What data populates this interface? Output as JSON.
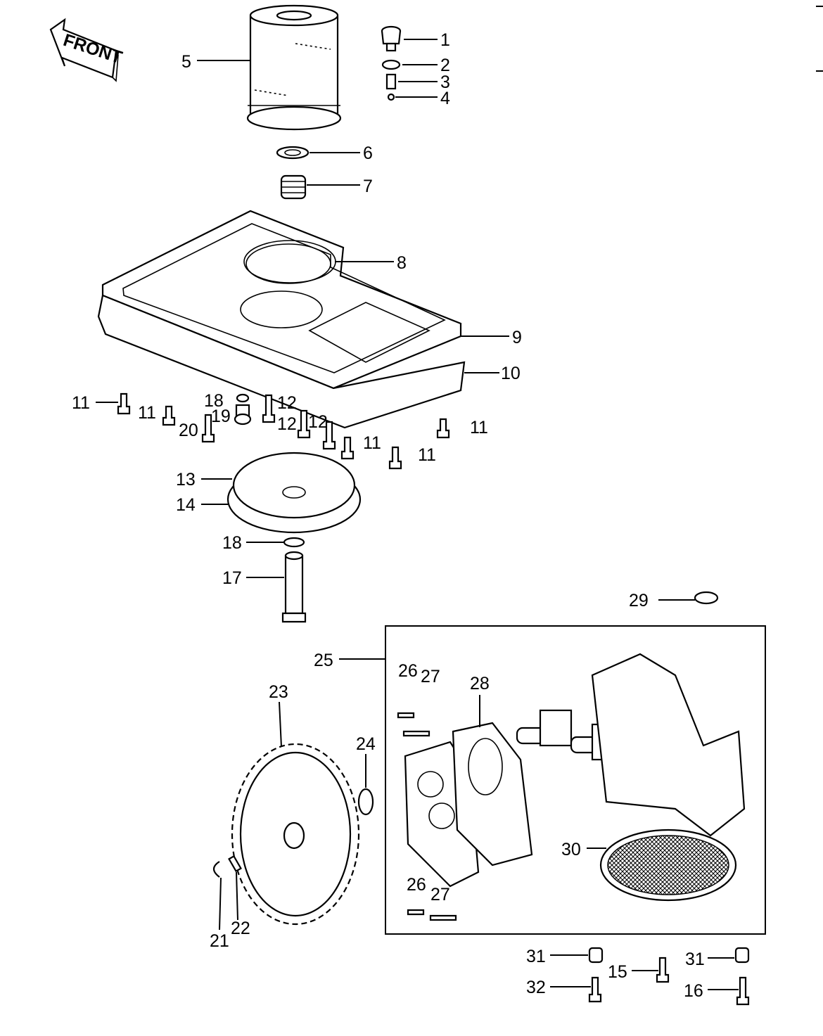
{
  "front_arrow": {
    "label": "FRONT"
  },
  "callouts": {
    "c1": "1",
    "c2": "2",
    "c3": "3",
    "c4": "4",
    "c5": "5",
    "c6": "6",
    "c7": "7",
    "c8": "8",
    "c9": "9",
    "c10": "10",
    "c11a": "11",
    "c11b": "11",
    "c11c": "11",
    "c11d": "11",
    "c11e": "11",
    "c12a": "12",
    "c12b": "12",
    "c12c": "12",
    "c13": "13",
    "c14": "14",
    "c15": "15",
    "c16": "16",
    "c17": "17",
    "c18a": "18",
    "c18b": "18",
    "c19": "19",
    "c20": "20",
    "c21": "21",
    "c22": "22",
    "c23": "23",
    "c24": "24",
    "c25": "25",
    "c26a": "26",
    "c26b": "26",
    "c27a": "27",
    "c27b": "27",
    "c28": "28",
    "c29": "29",
    "c30": "30",
    "c31a": "31",
    "c31b": "31",
    "c32": "32"
  },
  "icons": {
    "front_arrow": "front-arrow-icon",
    "oil_filter": "oil-filter-icon",
    "gear": "gear-icon",
    "oil_pump": "oil-pump-icon",
    "strainer": "strainer-icon"
  }
}
